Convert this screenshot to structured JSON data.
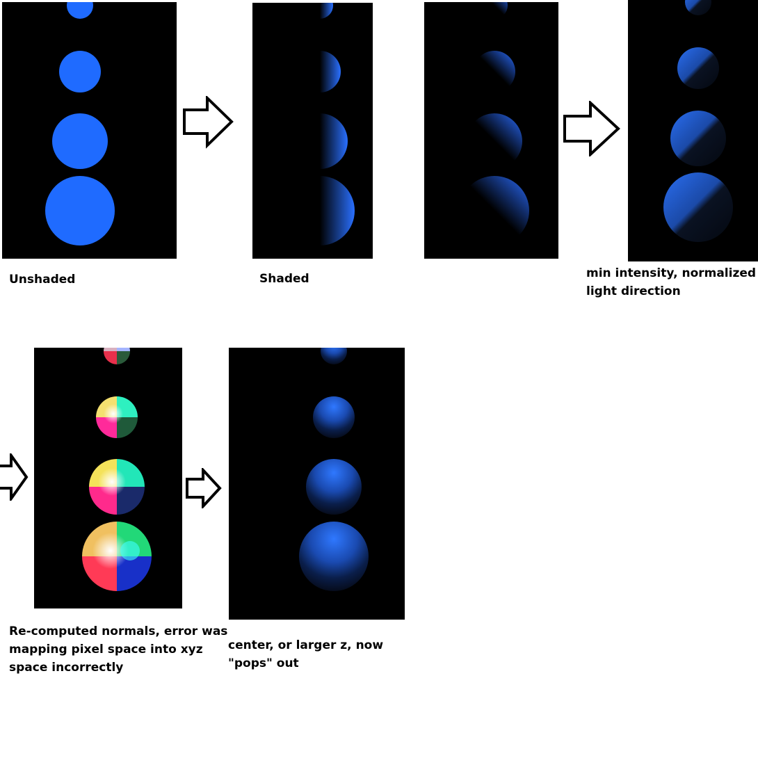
{
  "captions": {
    "unshaded": "Unshaded",
    "shaded": "Shaded",
    "min_intensity": [
      "min intensity, normalized",
      "light direction"
    ],
    "recomputed": [
      "Re-computed normals, error was",
      "mapping pixel space into xyz",
      "space incorrectly"
    ],
    "pops": [
      "center, or larger z, now",
      "\"pops\" out"
    ]
  },
  "colors": {
    "sphere_blue": "#1f6bff",
    "background": "#000000",
    "page": "#ffffff"
  },
  "icons": [
    "arrow-right-outline-icon"
  ]
}
